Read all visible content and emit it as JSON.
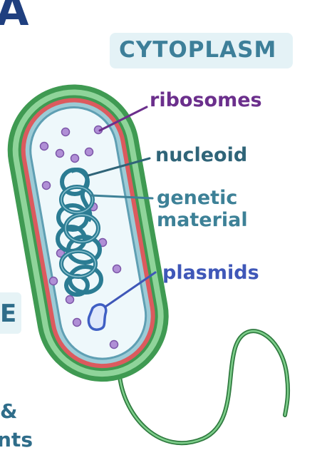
{
  "labels": {
    "cytoplasm": "CYTOPLASM",
    "ribosomes": "ribosomes",
    "nucleoid": "nucleoid",
    "genetic_material_line1": "genetic",
    "genetic_material_line2": "material",
    "plasmids": "plasmids"
  },
  "cutoff_text": {
    "top_left": "A",
    "mid_left": "E",
    "bottom_left_1": "&",
    "bottom_left_2": "nts"
  },
  "colors": {
    "outer_membrane": "#3f9a52",
    "cell_wall_light": "#8fd49a",
    "red_membrane": "#dc5a5e",
    "inner_blue": "#5f9fb3",
    "cytoplasm_fill": "#eef8fb",
    "ribosome": "#b08fd6",
    "dna": "#2b7c93",
    "plasmid": "#4a6fd0",
    "ribosomes_label": "#6b2f8c",
    "nucleoid_label": "#2f6478",
    "genetic_label": "#3d8197",
    "plasmids_label": "#3f57b8",
    "cytoplasm_label": "#3d7f99"
  }
}
